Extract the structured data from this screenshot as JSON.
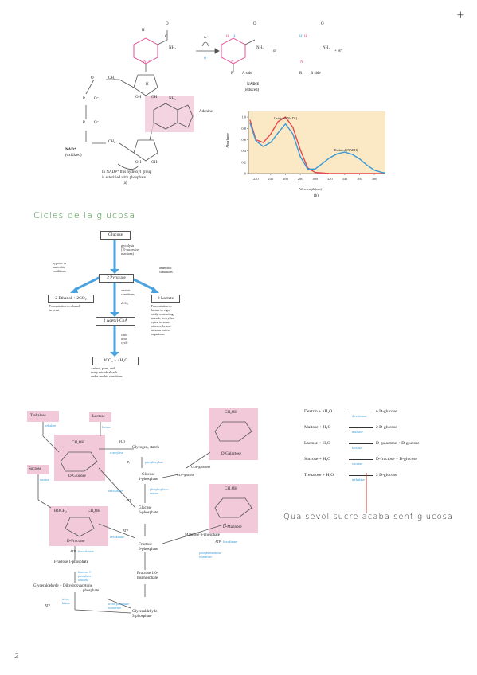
{
  "page": {
    "corner_mark": "+",
    "page_number": "2"
  },
  "nad": {
    "pos_h": "H",
    "group_conh2": "NH₂",
    "group_c": "C",
    "group_o": "O",
    "ring_n": "N",
    "sym_plus": "+",
    "r_label": "R",
    "a_side": "A side",
    "b_side": "B side",
    "or": "or",
    "h_plus": "+ H⁺",
    "electron": "2e⁻",
    "hydride": "H⁻",
    "nadh_title": "NADH",
    "nadh_sub": "(reduced)",
    "nadplus_title": "NAD⁺",
    "nadplus_sub": "(oxidized)",
    "adenine": "Adenine",
    "adenine_nh2": "NH₂",
    "ch2": "CH₂",
    "o_atom": "O",
    "o_minus": "O⁻",
    "p_atom": "P",
    "h_atom": "H",
    "oh": "OH",
    "note_line1": "In NADP⁺ this hydroxyl group",
    "note_line2": "is esterified with phosphate.",
    "panel": "(a)"
  },
  "spectrum": {
    "panel": "(b)",
    "bg_color": "#fbe8c4",
    "oxidized_color": "#e5484d",
    "reduced_color": "#3a9ad9"
  },
  "chart_data": {
    "type": "line",
    "xlabel": "Wavelength (nm)",
    "ylabel": "Absorbance",
    "x_ticks": [
      220,
      240,
      260,
      280,
      300,
      320,
      340,
      360,
      380
    ],
    "y_ticks": [
      "0",
      "0.2",
      "0.4",
      "0.6",
      "0.8",
      "1.0"
    ],
    "xlim": [
      210,
      395
    ],
    "ylim": [
      0,
      1.1
    ],
    "series": [
      {
        "name": "Oxidized (NAD⁺)",
        "x": [
          212,
          220,
          230,
          240,
          250,
          260,
          270,
          280,
          290,
          300,
          320,
          340,
          360,
          380,
          395
        ],
        "y": [
          0.95,
          0.6,
          0.55,
          0.7,
          0.92,
          1.0,
          0.82,
          0.42,
          0.1,
          0.02,
          0.0,
          0.0,
          0.0,
          0.0,
          0.0
        ]
      },
      {
        "name": "Reduced (NADH)",
        "x": [
          212,
          220,
          230,
          240,
          250,
          260,
          270,
          280,
          290,
          300,
          310,
          320,
          330,
          340,
          350,
          360,
          370,
          380,
          390,
          395
        ],
        "y": [
          0.9,
          0.58,
          0.48,
          0.55,
          0.72,
          0.88,
          0.7,
          0.3,
          0.08,
          0.08,
          0.18,
          0.28,
          0.35,
          0.38,
          0.34,
          0.26,
          0.15,
          0.06,
          0.02,
          0.01
        ]
      }
    ]
  },
  "cycles": {
    "heading": "Cicles de la glucosa",
    "glucose": "Glucose",
    "glycolysis": [
      "glycolysis",
      "(10 successive",
      "reactions)"
    ],
    "pyruvate": "2 Pyruvate",
    "hypoxic": [
      "hypoxic or",
      "anaerobic",
      "conditions"
    ],
    "anaerobic": [
      "anaerobic",
      "conditions"
    ],
    "aerobic": [
      "aerobic",
      "conditions"
    ],
    "co2_2": "2CO₂",
    "ethanol": "2 Ethanol + 2CO₂",
    "lactate": "2 Lactate",
    "ferm_yeast": [
      "Fermentation to ethanol",
      "in yeast"
    ],
    "ferm_lactate": [
      "Fermentation to",
      "lactate in vigor-",
      "ously contracting",
      "muscle, in erythro-",
      "cytes, in some",
      "other cells, and",
      "in some micro-",
      "organisms"
    ],
    "acetyl": "2 Acetyl-CoA",
    "citric": [
      "citric",
      "acid",
      "cycle"
    ],
    "co2_4": "4CO₂ + 4H₂O",
    "animal": [
      "Animal, plant, and",
      "many microbial cells",
      "under aerobic conditions"
    ]
  },
  "pathways": {
    "trehalose": "Trehalose",
    "trehalase": "trehalase",
    "lactose": "Lactose",
    "lactase": "lactase",
    "sucrose": "Sucrose",
    "sucrase": "sucrase",
    "ch2oh": "CH₂OH",
    "hoch2": "HOCH₂",
    "d_glucose": "D-Glucose",
    "d_fructose": "D-Fructose",
    "d_galactose": "D-Galactose",
    "d_mannose": "D-Mannose",
    "h2o": "H₂O",
    "glycogen": "Glycogen, starch",
    "amylase": "α-amylase",
    "pi": "Pᵢ",
    "phosphorylase": "phosphorylase",
    "glucose_1p": [
      "Glucose",
      "1-phosphate"
    ],
    "phosphogluco": [
      "phosphogluco-",
      "mutase"
    ],
    "glucose_6p": [
      "Glucose",
      "6-phosphate"
    ],
    "hexokinase": "hexokinase",
    "atp": "ATP",
    "udp_gal": [
      "UDP-galactose"
    ],
    "udp_glc": "UDP-glucose",
    "fructokinase": "fructokinase",
    "fructose_1p": "Fructose 1-phosphate",
    "aldolase": [
      "fructose 1-",
      "phosphate",
      "aldolase"
    ],
    "fructose_6p": [
      "Fructose",
      "6-phosphate"
    ],
    "mannose_6p": "Mannose 6-phosphate",
    "pmi": [
      "phosphomannose",
      "isomerase"
    ],
    "fbp": [
      "Fructose 1,6-",
      "bisphosphate"
    ],
    "gap_dhap": "Glyceraldehyde + Dihydroxyacetone",
    "phosphate": "phosphate",
    "triose_kinase": [
      "triose",
      "kinase"
    ],
    "tpi": [
      "triose phosphate",
      "isomerase"
    ],
    "g3p": [
      "Glyceraldehyde",
      "3-phosphate"
    ]
  },
  "hydrolysis": {
    "rows": [
      {
        "left": "Dextrin + nH₂O",
        "enzyme": "dextrinase",
        "right": "n D-glucose"
      },
      {
        "left": "Maltose + H₂O",
        "enzyme": "maltase",
        "right": "2 D-glucose"
      },
      {
        "left": "Lactose + H₂O",
        "enzyme": "lactase",
        "right": "D-galactose + D-glucose"
      },
      {
        "left": "Sucrose + H₂O",
        "enzyme": "sucrase",
        "right": "D-fructose + D-glucose"
      },
      {
        "left": "Trehalose + H₂O",
        "enzyme": "trehalase",
        "right": "2 D-glucose"
      }
    ],
    "note": "Qualsevol sucre acaba sent glucosa",
    "note_color": "#c0392b"
  }
}
